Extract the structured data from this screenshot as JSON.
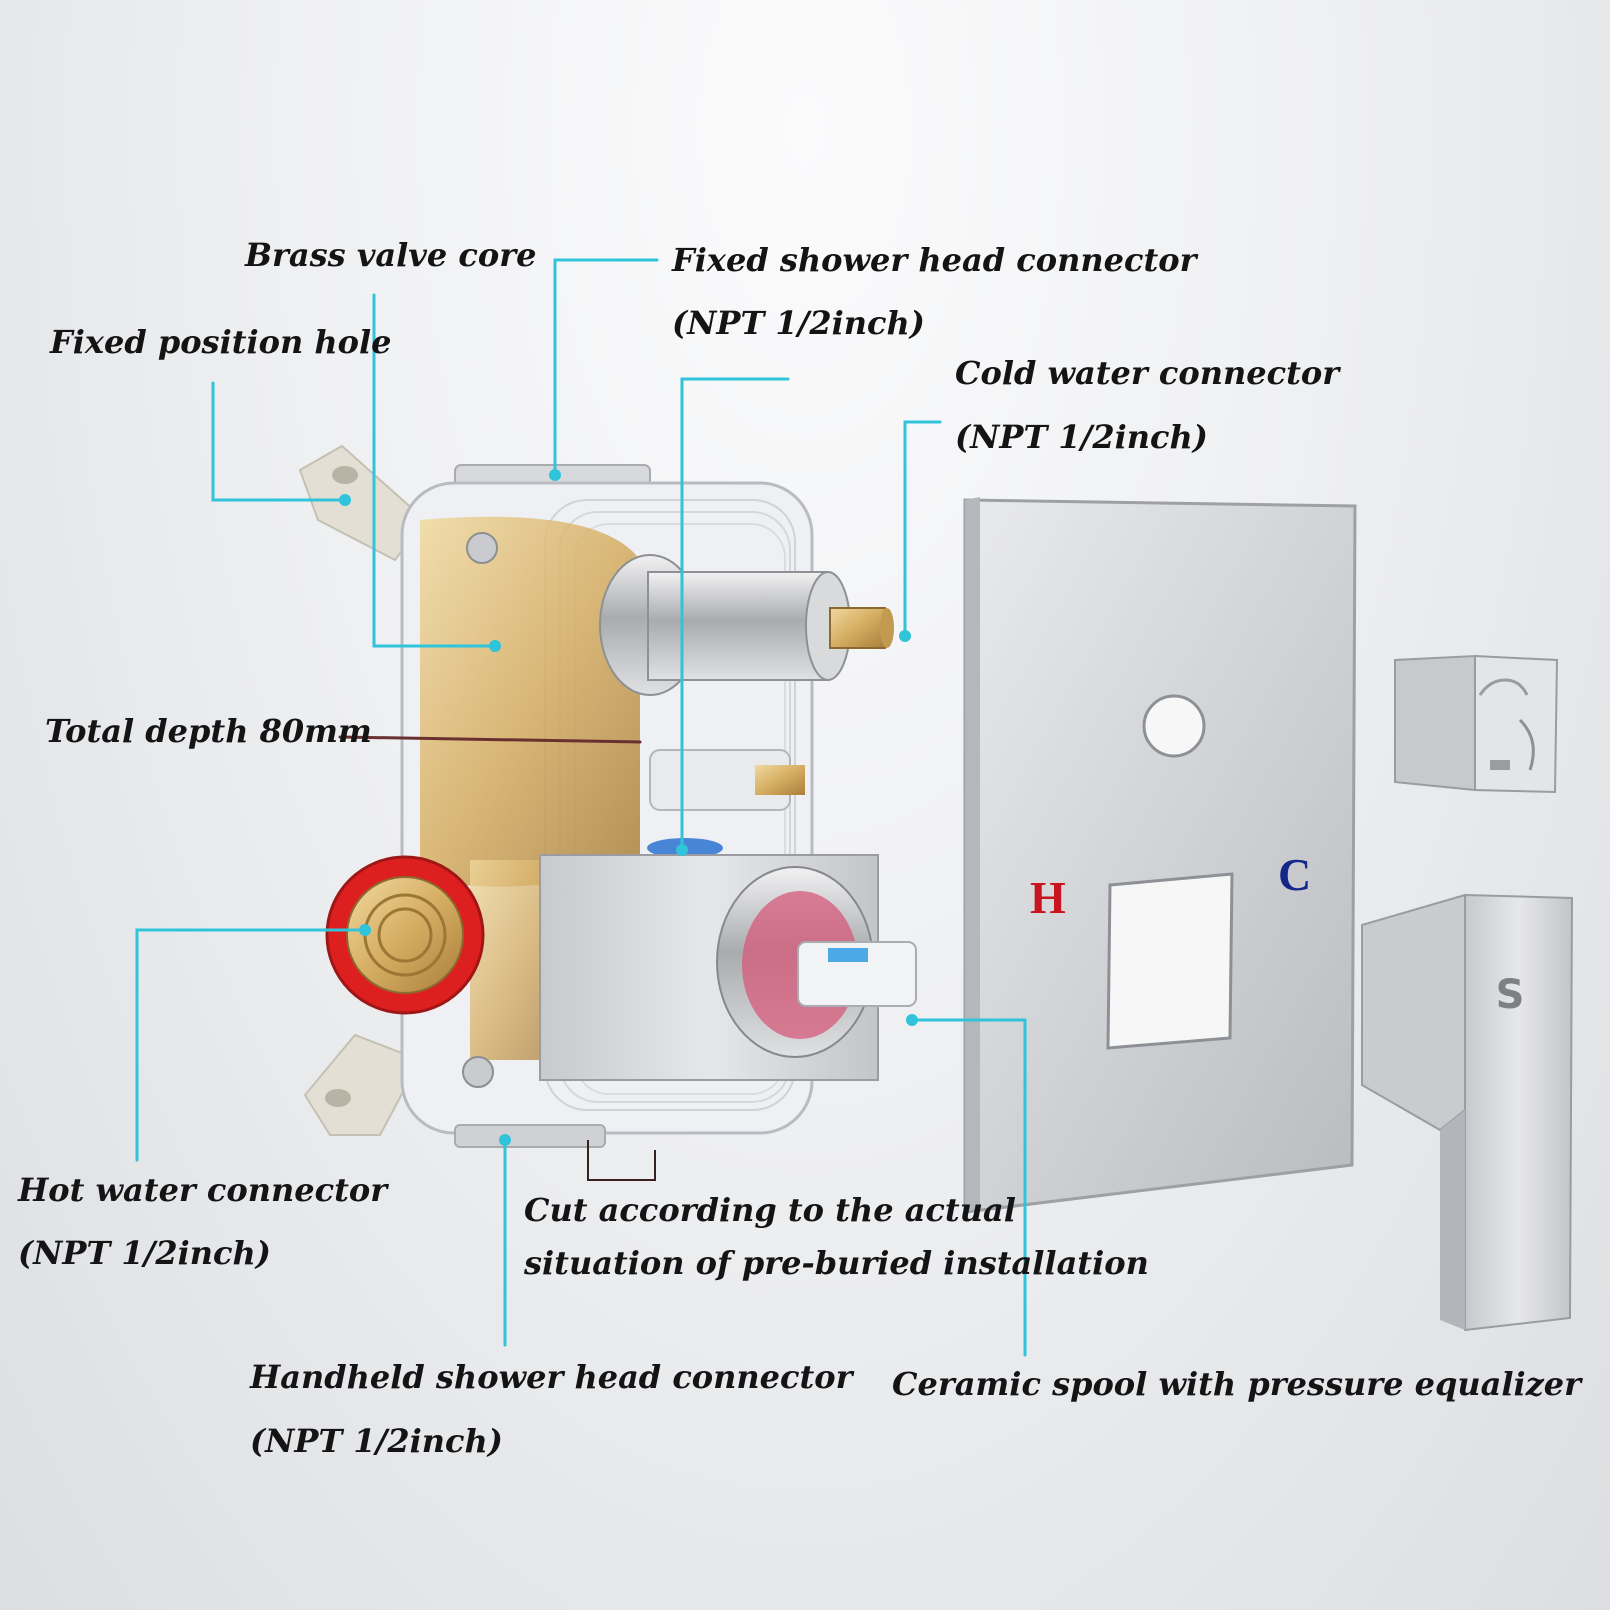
{
  "colors": {
    "callout_line": "#2fc4da",
    "depth_line": "#6a3030",
    "hot_letter": "#c8141e",
    "cold_letter": "#14288a",
    "label_text": "#141414"
  },
  "labels": {
    "brass_valve_core": "Brass valve core",
    "fixed_position_hole": "Fixed position hole",
    "fixed_shower_head_connector": {
      "line1": "Fixed shower head connector",
      "line2": "(NPT 1/2inch)"
    },
    "cold_water_connector": {
      "line1": "Cold water connector",
      "line2": "(NPT 1/2inch)"
    },
    "total_depth": "Total depth 80mm",
    "hot_water_connector": {
      "line1": "Hot water connector",
      "line2": "(NPT 1/2inch)"
    },
    "cut_note": {
      "line1": "Cut according to the actual",
      "line2": "situation of pre-buried installation"
    },
    "handheld_shower_head_connector": {
      "line1": "Handheld shower head connector",
      "line2": "(NPT 1/2inch)"
    },
    "ceramic_spool": "Ceramic spool with pressure equalizer"
  },
  "trim_plate": {
    "hot_mark": "H",
    "cold_mark": "C"
  },
  "icons": {
    "diverter_knob": "shower-diverter-icon",
    "handle_logo": "brand-s-logo-icon"
  }
}
